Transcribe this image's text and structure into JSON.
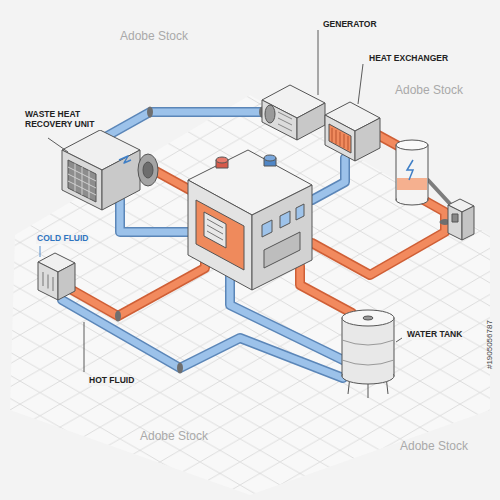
{
  "diagram": {
    "labels": [
      "WASTE HEAT RECOVERY UNIT",
      "GENERATOR",
      "HEAT EXCHANGER",
      "COLD FLUID",
      "WATER TANK",
      "HOT FLUID",
      "#1905056787",
      "Adobe Stock",
      "Adobe Stock",
      "Adobe Stock",
      "Adobe Stock"
    ]
  }
}
